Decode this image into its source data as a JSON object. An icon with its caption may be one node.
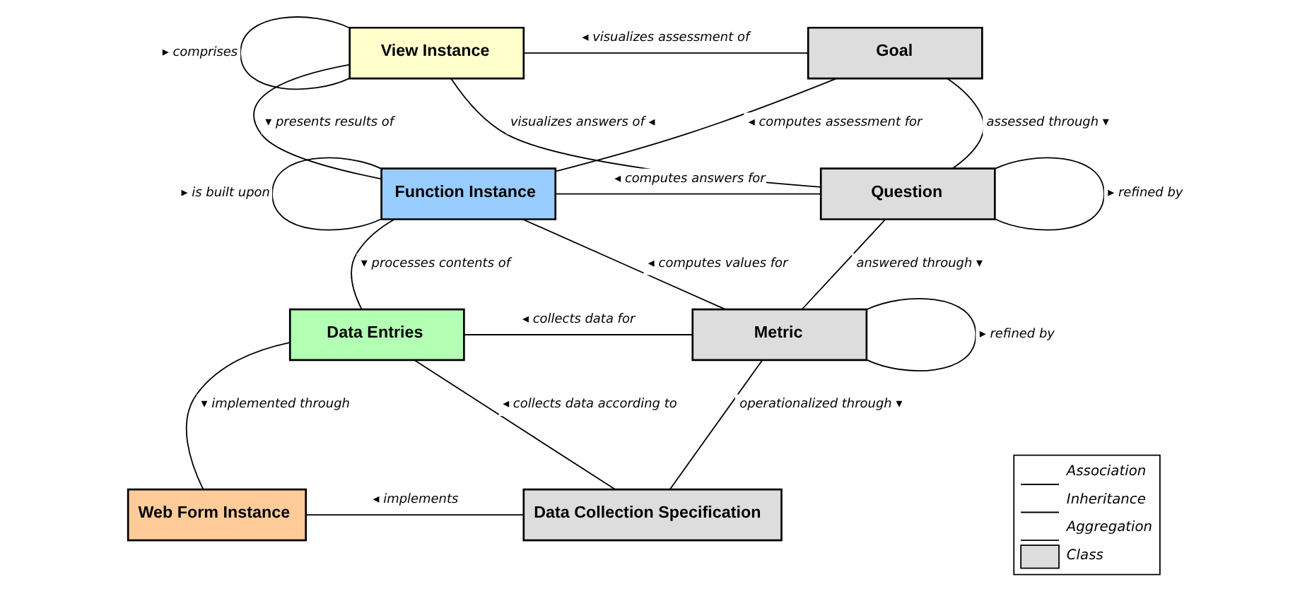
{
  "diagram": {
    "nodes": [
      {
        "text": [
          "View Instance"
        ]
      },
      {
        "text": [
          "Goal"
        ]
      },
      {
        "text": [
          "Function Instance"
        ]
      },
      {
        "text": [
          "Question"
        ]
      },
      {
        "text": [
          "Data Entries"
        ]
      },
      {
        "text": [
          "Metric"
        ]
      },
      {
        "text": [
          "Web Form Instance"
        ]
      },
      {
        "text": [
          "Data Collection Specification"
        ]
      }
    ],
    "edges": [
      {
        "from": 0,
        "to": 0,
        "arrow": "none",
        "label": "▸ comprises"
      },
      {
        "from": 0,
        "to": 1,
        "arrow": "none",
        "label": "◂ visualizes assessment of"
      },
      {
        "from": 0,
        "to": 2,
        "arrow": "none",
        "label": "▾ presents results of"
      },
      {
        "from": 0,
        "to": 3,
        "arrow": "none",
        "label": "visualizes answers of ◂"
      },
      {
        "from": 2,
        "to": 2,
        "arrow": "none",
        "label": "▸ is built upon"
      },
      {
        "from": 2,
        "to": 1,
        "arrow": "none",
        "label": "◂ computes assessment for"
      },
      {
        "from": 2,
        "to": 3,
        "arrow": "none",
        "label": "◂ computes answers for"
      },
      {
        "from": 2,
        "to": 5,
        "arrow": "none",
        "label": "◂ computes values for"
      },
      {
        "from": 2,
        "to": 4,
        "arrow": "none",
        "label": "▾ processes contents of"
      },
      {
        "from": 1,
        "to": 3,
        "arrow": "none",
        "label": "assessed through ▾"
      },
      {
        "from": 3,
        "to": 3,
        "arrow": "none",
        "label": "▸ refined by"
      },
      {
        "from": 3,
        "to": 5,
        "arrow": "none",
        "label": "answered through ▾"
      },
      {
        "from": 4,
        "to": 5,
        "arrow": "none",
        "label": "◂ collects data for"
      },
      {
        "from": 4,
        "to": 7,
        "arrow": "none",
        "label": "◂ collects data according to"
      },
      {
        "from": 4,
        "to": 6,
        "arrow": "none",
        "label": "▾ implemented through"
      },
      {
        "from": 5,
        "to": 5,
        "arrow": "none",
        "label": "▸ refined by"
      },
      {
        "from": 5,
        "to": 7,
        "arrow": "none",
        "label": "operationalized through ▾"
      },
      {
        "from": 6,
        "to": 7,
        "arrow": "none",
        "label": "◂ implements"
      }
    ],
    "legend": [
      {
        "text": "Association"
      },
      {
        "text": "Inheritance"
      },
      {
        "text": "Aggregation"
      },
      {
        "text": "Class",
        "color": "#dddddd"
      }
    ]
  }
}
